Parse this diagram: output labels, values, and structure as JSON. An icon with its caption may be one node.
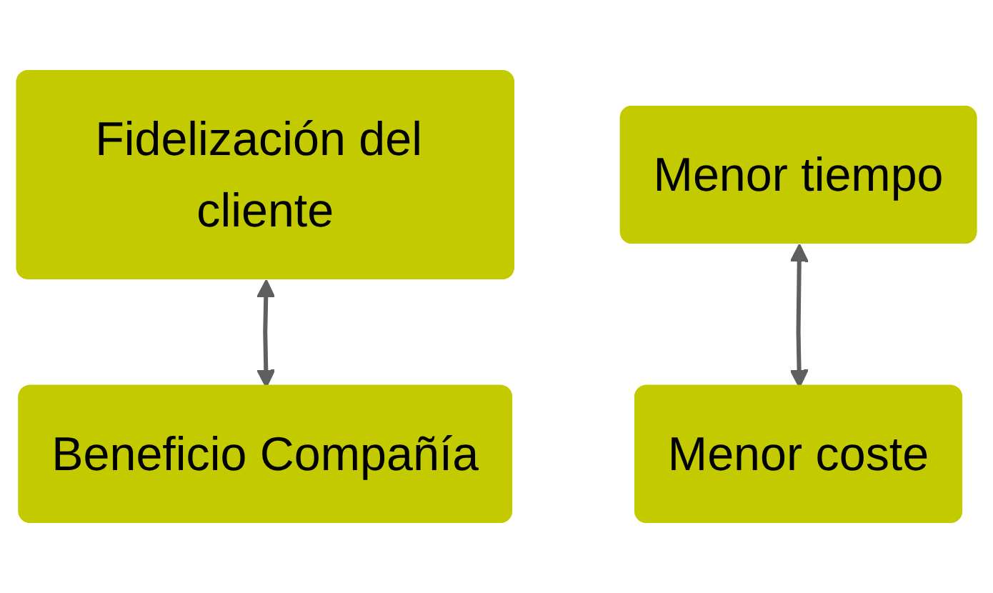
{
  "diagram": {
    "nodes": [
      {
        "text": [
          "Fidelización del cliente"
        ]
      },
      {
        "text": [
          "Menor tiempo"
        ]
      },
      {
        "text": [
          "Menor coste"
        ]
      },
      {
        "text": [
          "Beneficio Compañía"
        ]
      }
    ],
    "edges": [
      {
        "from": 0,
        "to": 3,
        "arrow": "both"
      },
      {
        "from": 1,
        "to": 2,
        "arrow": "both"
      }
    ]
  }
}
